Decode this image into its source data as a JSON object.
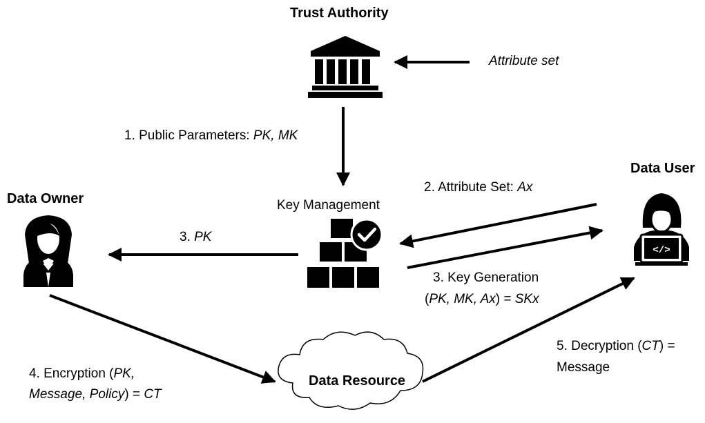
{
  "nodes": {
    "trust_authority": "Trust Authority",
    "key_management": "Key Management",
    "data_owner": "Data Owner",
    "data_user": "Data User",
    "data_resource": "Data Resource"
  },
  "edges": {
    "attribute_set_input": "Attribute set",
    "public_params": {
      "prefix": "1. Public Parameters: ",
      "italic": "PK, MK"
    },
    "attribute_set_ax": {
      "prefix": "2. Attribute Set: ",
      "italic": "Ax"
    },
    "pk_to_owner": {
      "prefix": "3. ",
      "italic": "PK"
    },
    "key_generation": {
      "line1": "3. Key Generation",
      "open": "(",
      "args": "PK, MK, Ax",
      "eq": ") = ",
      "result": "SKx"
    },
    "encryption": {
      "line1_prefix": "4. Encryption (",
      "line1_italic": "PK,",
      "line2_italic": "Message, Policy",
      "line2_mid": ") = ",
      "line2_result": "CT"
    },
    "decryption": {
      "line1_prefix": "5. Decryption (",
      "line1_italic": "CT",
      "line1_suffix": ") =",
      "line2": "Message"
    }
  },
  "icons": {
    "trust_authority": "bank-building-icon",
    "key_management": "boxes-with-checkmark-icon",
    "data_owner": "woman-user-icon",
    "data_user": "developer-with-laptop-icon",
    "data_resource": "cloud-icon"
  },
  "colors": {
    "ink": "#000000",
    "background": "#ffffff"
  }
}
